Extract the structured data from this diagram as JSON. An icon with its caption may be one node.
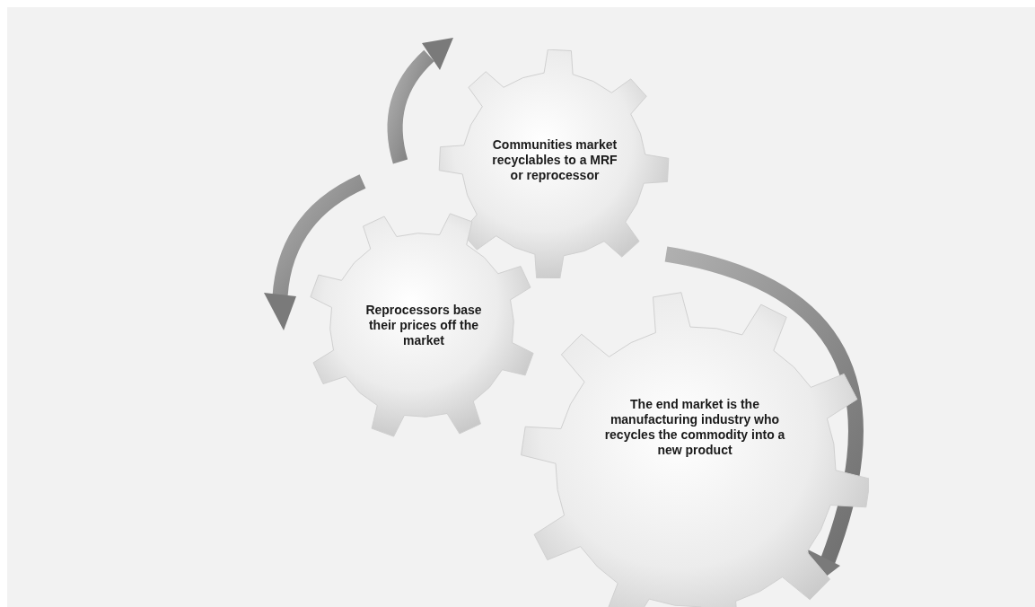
{
  "diagram": {
    "nodes": [
      {
        "text": [
          "Communities market recyclables to a MRF or reprocessor"
        ]
      },
      {
        "text": [
          "Reprocessors base their prices off the market"
        ]
      },
      {
        "text": [
          "The end market is the manufacturing industry who recycles the commodity into a new product"
        ]
      }
    ]
  }
}
